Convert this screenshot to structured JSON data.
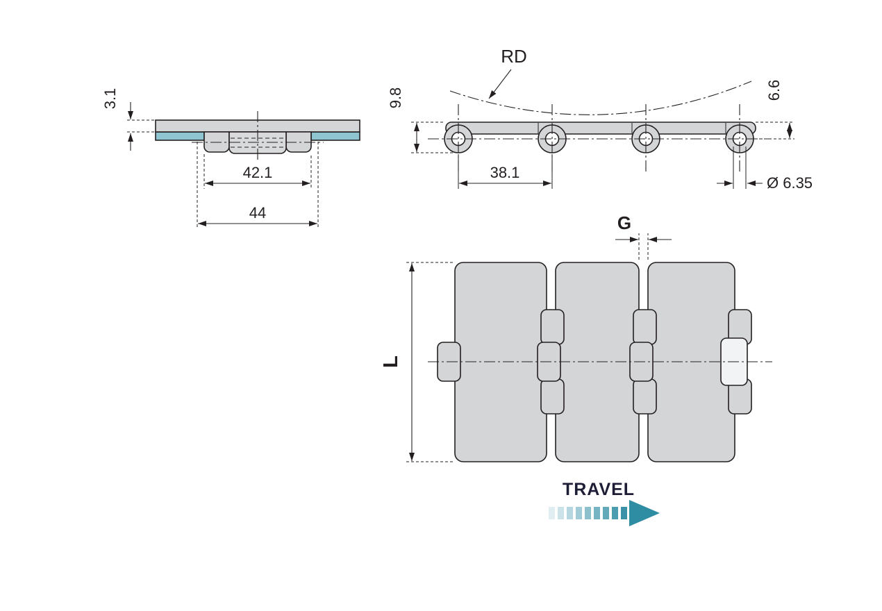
{
  "drawing": {
    "cross_section": {
      "thickness": "3.1",
      "hub_width": "42.1",
      "overall_width": "44"
    },
    "side_view": {
      "radius_label": "RD",
      "plate_height": "9.8",
      "top_to_pin_center": "6.6",
      "pitch": "38.1",
      "pin_diameter": "Ø 6.35"
    },
    "plan_view": {
      "length_label": "L",
      "gap_label": "G",
      "travel_label": "TRAVEL"
    }
  },
  "colors": {
    "line": "#231f20",
    "part_fill": "#d3d5d7",
    "pad_fill": "#8fc4d1",
    "slot_fill": "#f2f3f4",
    "accent_teal": "#2e8ca3"
  }
}
